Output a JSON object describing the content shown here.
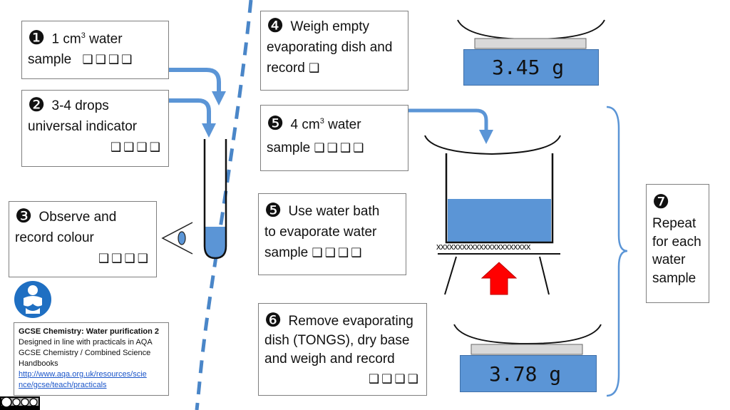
{
  "steps": {
    "s1": {
      "num": "❶",
      "text_a": "1 cm",
      "sup": "3",
      "text_b": " water",
      "text_c": "sample",
      "checks": "❑❑❑❑"
    },
    "s2": {
      "num": "❷",
      "text_a": "3-4 drops",
      "text_b": "universal indicator",
      "checks": "❑❑❑❑"
    },
    "s3": {
      "num": "❸",
      "text_a": "Observe and",
      "text_b": "record colour",
      "checks": "❑❑❑❑"
    },
    "s4": {
      "num": "❹",
      "text_a": "Weigh empty",
      "text_b": "evaporating dish and",
      "text_c": "record",
      "checks": "❑"
    },
    "s5a": {
      "num": "❺",
      "text_a": "4 cm",
      "sup": "3",
      "text_b": " water",
      "text_c": "sample",
      "checks": "❑❑❑❑"
    },
    "s5b": {
      "num": "❺",
      "text_a": "Use water bath",
      "text_b": "to evaporate water",
      "text_c": "sample",
      "checks": "❑❑❑❑"
    },
    "s6": {
      "num": "❻",
      "text_a": "Remove evaporating",
      "text_b": "dish (TONGS), dry base",
      "text_c": "and weigh and record",
      "checks": "❑❑❑❑"
    },
    "s7": {
      "num": "❼",
      "text_a": "Repeat",
      "text_b": "for each",
      "text_c": "water",
      "text_d": "sample"
    }
  },
  "balances": {
    "top_reading": "3.45 g",
    "bottom_reading": "3.78 g"
  },
  "gauze_label": "xxxxxxxxxxxxxxxxxxxxxx",
  "info": {
    "title": "GCSE Chemistry: Water purification 2",
    "line1": "Designed in line with practicals in AQA",
    "line2": "GCSE Chemistry / Combined Science",
    "line3": "Handbooks",
    "link": "http://www.aqa.org.uk/resources/science/gcse/teach/practicals",
    "link_a": "http://www.aqa.org.uk/resources/scie",
    "link_b": "nce/gcse/teach/practicals"
  },
  "colors": {
    "blue": "#5b95d6",
    "arrow": "#5b95d6",
    "heat": "#ff0000",
    "divider": "#4a86c8"
  },
  "icons": {
    "safety": "safety-goggles-icon",
    "eye": "eye-icon",
    "license": "cc-by-nc-sa-icon"
  }
}
